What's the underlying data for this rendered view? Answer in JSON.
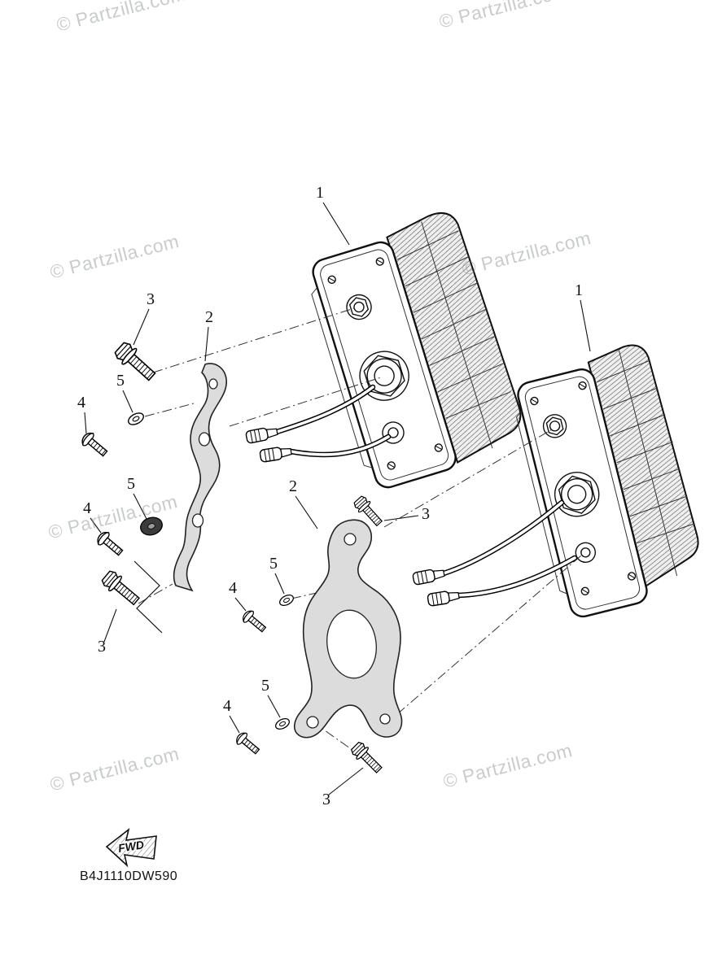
{
  "watermark": {
    "text": "© Partzilla.com"
  },
  "diagram": {
    "code": "B4J1110DW590",
    "fwd_label": "FWD",
    "callouts": [
      {
        "label": "1"
      },
      {
        "label": "1"
      },
      {
        "label": "3"
      },
      {
        "label": "2"
      },
      {
        "label": "5"
      },
      {
        "label": "4"
      },
      {
        "label": "5"
      },
      {
        "label": "4"
      },
      {
        "label": "3"
      },
      {
        "label": "2"
      },
      {
        "label": "3"
      },
      {
        "label": "5"
      },
      {
        "label": "4"
      },
      {
        "label": "5"
      },
      {
        "label": "4"
      },
      {
        "label": "3"
      }
    ]
  }
}
